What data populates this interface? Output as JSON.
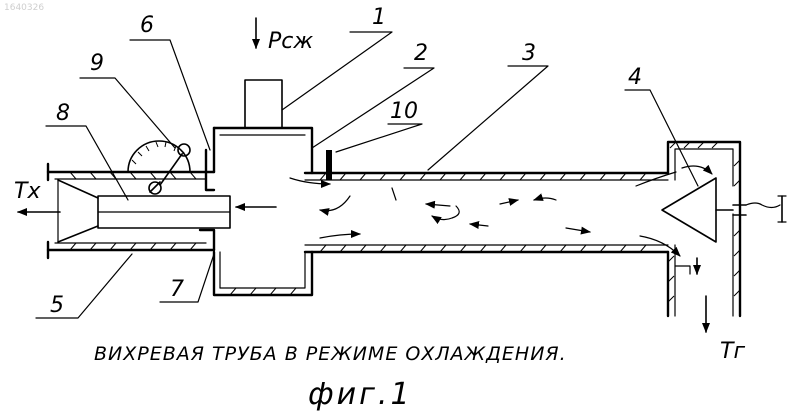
{
  "figure": {
    "watermark": "1640326",
    "caption": "ВИХРЕВАЯ ТРУБА  В РЕЖИМЕ ОХЛАЖДЕНИЯ.",
    "fig_number": "фиг.1"
  },
  "labels": {
    "p_input": "Pсж",
    "t_cold": "Tх",
    "t_hot": "Tг",
    "n1": "1",
    "n2": "2",
    "n3": "3",
    "n4": "4",
    "n5": "5",
    "n6": "6",
    "n7": "7",
    "n8": "8",
    "n9": "9",
    "n10": "10"
  }
}
